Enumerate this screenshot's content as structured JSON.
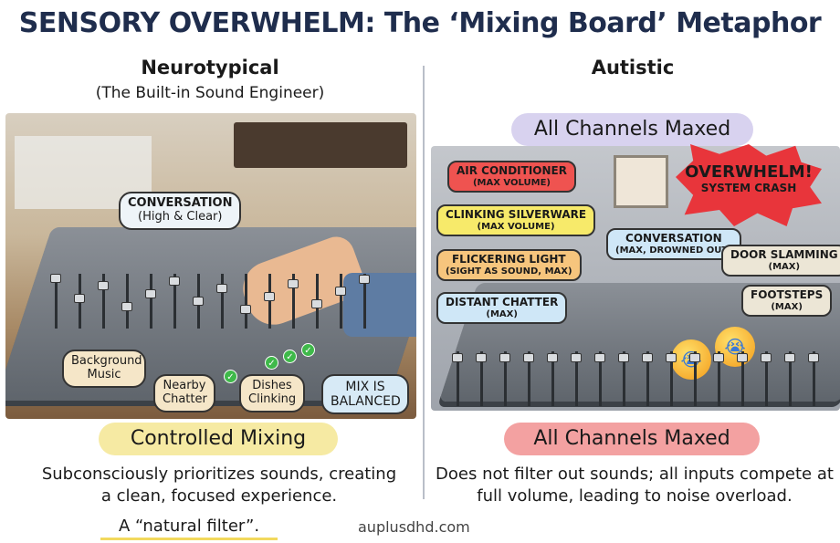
{
  "title": "SENSORY OVERWHELM: The ‘Mixing Board’ Metaphor",
  "left": {
    "heading": "Neurotypical",
    "subheading": "(The Built-in Sound Engineer)",
    "labels": {
      "conversation": "CONVERSATION",
      "conversation_sub": "(High & Clear)",
      "background_music": "Background Music",
      "nearby_chatter": "Nearby Chatter",
      "dishes_clinking": "Dishes Clinking",
      "mix_balanced": "MIX IS BALANCED"
    },
    "pill": "Controlled Mixing",
    "description": "Subconsciously prioritizes sounds, creating a clean, focused experience.",
    "tagline": "A “natural filter”."
  },
  "right": {
    "heading": "Autistic",
    "top_pill": "All Channels Maxed",
    "labels": [
      {
        "title": "AIR CONDITIONER",
        "sub": "(MAX VOLUME)"
      },
      {
        "title": "CLINKING SILVERWARE",
        "sub": "(MAX VOLUME)"
      },
      {
        "title": "FLICKERING LIGHT",
        "sub": "(SIGHT AS SOUND, MAX)"
      },
      {
        "title": "DISTANT CHATTER",
        "sub": "(MAX)"
      },
      {
        "title": "CONVERSATION",
        "sub": "(MAX, DROWNED OUT)"
      },
      {
        "title": "DOOR SLAMMING",
        "sub": "(MAX)"
      },
      {
        "title": "FOOTSTEPS",
        "sub": "(MAX)"
      }
    ],
    "overwhelm": "OVERWHELM!",
    "overwhelm_sub": "SYSTEM CRASH",
    "bottom_pill": "All Channels Maxed",
    "description": "Does not filter out sounds; all inputs compete at full volume, leading to noise overload."
  },
  "watermark": "auplusdhd.com",
  "colors": {
    "title": "#1f2d4d",
    "yellow_pill": "#f6eaa3",
    "red_pill": "#f3a1a1",
    "purple_pill": "#d8d2ef",
    "alert": "#e8353b"
  }
}
